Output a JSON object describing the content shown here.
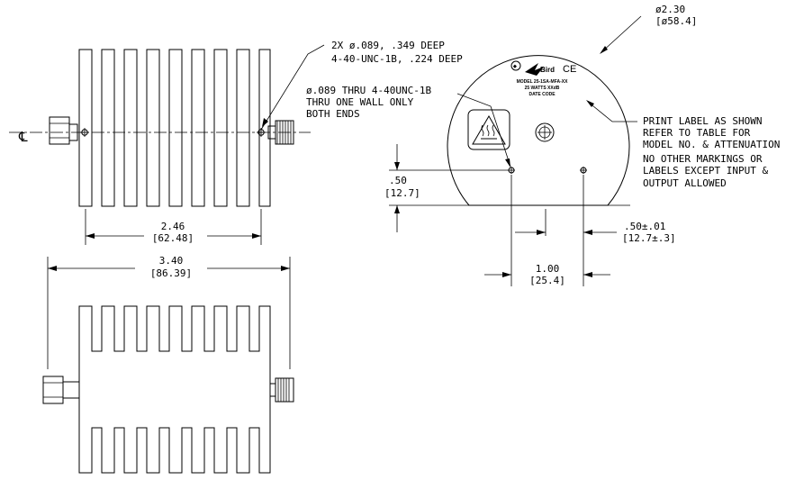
{
  "notes": {
    "tapped_holes": [
      "2X ø.089, .349 DEEP",
      "4-40-UNC-1B, .224 DEEP"
    ],
    "thru_hole": [
      "ø.089 THRU 4-40UNC-1B",
      "THRU ONE WALL ONLY",
      "BOTH ENDS"
    ],
    "print_label": [
      "PRINT LABEL AS SHOWN",
      "REFER TO TABLE FOR",
      "MODEL NO. & ATTENUATION",
      "NO OTHER MARKINGS OR",
      "LABELS EXCEPT INPUT &",
      "OUTPUT ALLOWED"
    ]
  },
  "dimensions": {
    "fin_span": {
      "inch": "2.46",
      "mm": "[62.48]"
    },
    "overall_length": {
      "inch": "3.40",
      "mm": "[86.39]"
    },
    "diameter": {
      "inch": "ø2.30",
      "mm": "[ø58.4]"
    },
    "hole_height": {
      "inch": ".50",
      "mm": "[12.7]"
    },
    "hole_offset": {
      "inch": ".50±.01",
      "mm": "[12.7±.3]"
    },
    "hole_spacing": {
      "inch": "1.00",
      "mm": "[25.4]"
    }
  },
  "centerline_symbol": "℄",
  "label": {
    "brand": "Bird",
    "ce_mark": "CE",
    "model": "MODEL 25-1SA-MFA-XX",
    "rating": "25 WATTS   XXdB",
    "date": "DATE CODE"
  },
  "icons": [
    "warning-heat-icon",
    "grounding-symbol-icon"
  ]
}
